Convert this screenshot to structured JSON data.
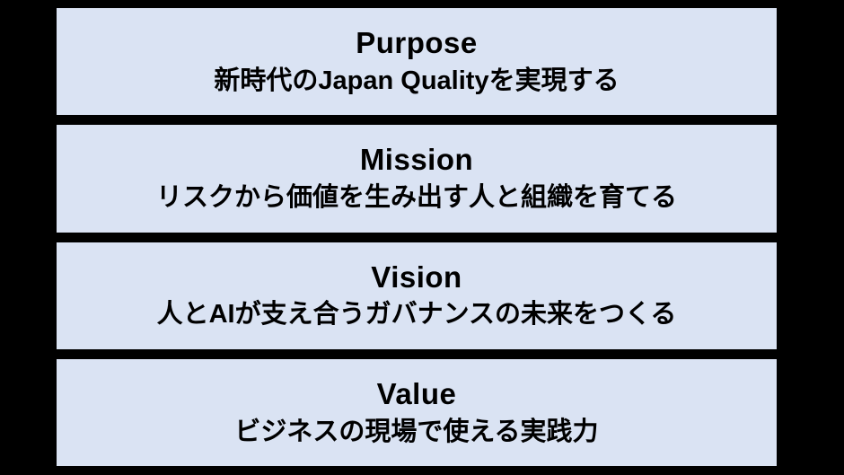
{
  "slide": {
    "background_color": "#000000",
    "box_fill_color": "#dae3f3",
    "text_color": "#000000"
  },
  "sections": [
    {
      "id": "purpose",
      "title": "Purpose",
      "subtitle": "新時代のJapan Qualityを実現する"
    },
    {
      "id": "mission",
      "title": "Mission",
      "subtitle": "リスクから価値を生み出す人と組織を育てる"
    },
    {
      "id": "vision",
      "title": "Vision",
      "subtitle": "人とAIが支え合うガバナンスの未来をつくる"
    },
    {
      "id": "value",
      "title": "Value",
      "subtitle": "ビジネスの現場で使える実践力"
    }
  ]
}
